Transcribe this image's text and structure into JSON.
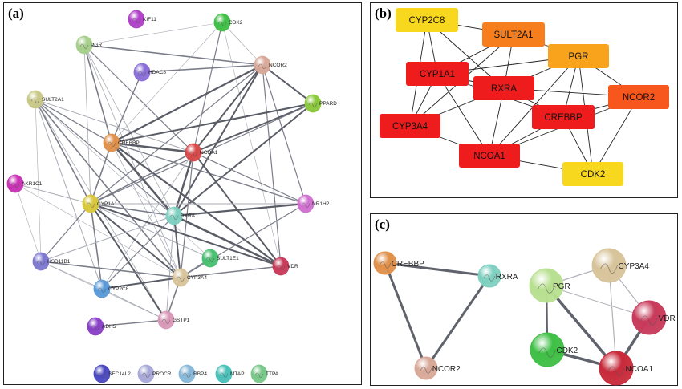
{
  "panel_a": {
    "label": "(a)",
    "nodes": {
      "KIF11": {
        "label": "KIF11",
        "color": "#b040c8"
      },
      "CDK2": {
        "label": "CDK2",
        "color": "#3fbf45"
      },
      "PGR": {
        "label": "PGR",
        "color": "#a6cf8a"
      },
      "NCOR2": {
        "label": "NCOR2",
        "color": "#d8a898"
      },
      "HDAC8": {
        "label": "HDAC8",
        "color": "#8a6ed8"
      },
      "SULT2A1": {
        "label": "SULT2A1",
        "color": "#c8c888"
      },
      "PPARD": {
        "label": "PPARD",
        "color": "#8ac83a"
      },
      "CREBBP": {
        "label": "CREBBP",
        "color": "#e0904a"
      },
      "NCOA1": {
        "label": "NCOA1",
        "color": "#d84848"
      },
      "AKR1C1": {
        "label": "AKR1C1",
        "color": "#c832b4"
      },
      "CYP1A1": {
        "label": "CYP1A1",
        "color": "#d8c83a"
      },
      "RXRA": {
        "label": "RXRA",
        "color": "#7ed0c0"
      },
      "NR1H2": {
        "label": "NR1H2",
        "color": "#d070d0"
      },
      "HSD11B1": {
        "label": "HSD11B1",
        "color": "#7e78d0"
      },
      "SULT1E1": {
        "label": "SULT1E1",
        "color": "#48c070"
      },
      "VDR": {
        "label": "VDR",
        "color": "#c83a5a"
      },
      "CYP2C8": {
        "label": "CYP2C8",
        "color": "#5a9ad8"
      },
      "CYP3A4": {
        "label": "CYP3A4",
        "color": "#d8c49a"
      },
      "GSTP1": {
        "label": "GSTP1",
        "color": "#d898b8"
      },
      "ADH5": {
        "label": "ADH5",
        "color": "#8a40c8"
      },
      "SEC14L2": {
        "label": "SEC14L2",
        "color": "#4a48c0"
      },
      "PROCR": {
        "label": "PROCR",
        "color": "#a8a8d8"
      },
      "RBP4": {
        "label": "RBP4",
        "color": "#88b8d8"
      },
      "MTAP": {
        "label": "MTAP",
        "color": "#48c0b8"
      },
      "TTPA": {
        "label": "TTPA",
        "color": "#78c888"
      }
    }
  },
  "panel_b": {
    "label": "(b)",
    "nodes": {
      "CYP2C8": {
        "label": "CYP2C8",
        "color": "#f8d81e"
      },
      "SULT2A1": {
        "label": "SULT2A1",
        "color": "#f77e1c"
      },
      "PGR": {
        "label": "PGR",
        "color": "#f9a31c"
      },
      "CYP1A1": {
        "label": "CYP1A1",
        "color": "#ee1c1c"
      },
      "RXRA": {
        "label": "RXRA",
        "color": "#ee1c1c"
      },
      "NCOR2": {
        "label": "NCOR2",
        "color": "#f7561c"
      },
      "CYP3A4": {
        "label": "CYP3A4",
        "color": "#ee1c1c"
      },
      "CREBBP": {
        "label": "CREBBP",
        "color": "#ee1c1c"
      },
      "NCOA1": {
        "label": "NCOA1",
        "color": "#ee1c1c"
      },
      "CDK2": {
        "label": "CDK2",
        "color": "#f8d81e"
      }
    }
  },
  "panel_c": {
    "label": "(c)",
    "nodes": {
      "CREBBP": {
        "label": "CREBBP",
        "color": "#e0904a"
      },
      "RXRA": {
        "label": "RXRA",
        "color": "#7ed0c0"
      },
      "NCOR2": {
        "label": "NCOR2",
        "color": "#d8a898"
      },
      "PGR": {
        "label": "PGR",
        "color": "#b8e090"
      },
      "CYP3A4": {
        "label": "CYP3A4",
        "color": "#d8c49a"
      },
      "VDR": {
        "label": "VDR",
        "color": "#c83a5a"
      },
      "CDK2": {
        "label": "CDK2",
        "color": "#3fbf45"
      },
      "NCOA1": {
        "label": "NCOA1",
        "color": "#c82a3a"
      }
    }
  }
}
